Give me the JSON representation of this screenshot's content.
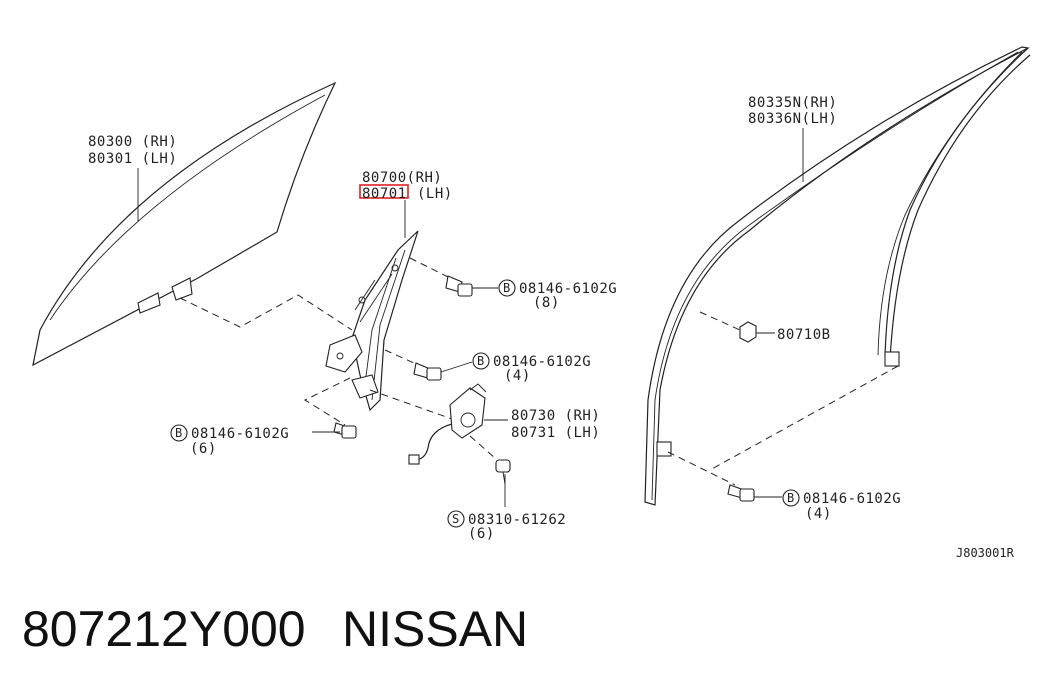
{
  "labels": {
    "glass_rh": "80300 (RH)",
    "glass_lh": "80301 (LH)",
    "regulator_rh": "80700(RH)",
    "regulator_lh_number": "80701",
    "regulator_lh_suffix": "(LH)",
    "sash_rh": "80335N(RH)",
    "sash_lh": "80336N(LH)",
    "bolt1_prefix": "B",
    "bolt1_code": "08146-6102G",
    "bolt1_qty": "(8)",
    "bolt2_prefix": "B",
    "bolt2_code": "08146-6102G",
    "bolt2_qty": "(4)",
    "bolt3_prefix": "B",
    "bolt3_code": "08146-6102G",
    "bolt3_qty": "(6)",
    "screw_prefix": "S",
    "screw_code": "08310-61262",
    "screw_qty": "(6)",
    "motor_rh": "80730 (RH)",
    "motor_lh": "80731 (LH)",
    "nut": "80710B",
    "bolt4_prefix": "B",
    "bolt4_code": "08146-6102G",
    "bolt4_qty": "(4)",
    "diagram_code": "J803001R"
  },
  "footer": {
    "part_number": "807212Y000",
    "brand": "NISSAN"
  },
  "colors": {
    "highlight": "#e02020",
    "line": "#222222"
  }
}
